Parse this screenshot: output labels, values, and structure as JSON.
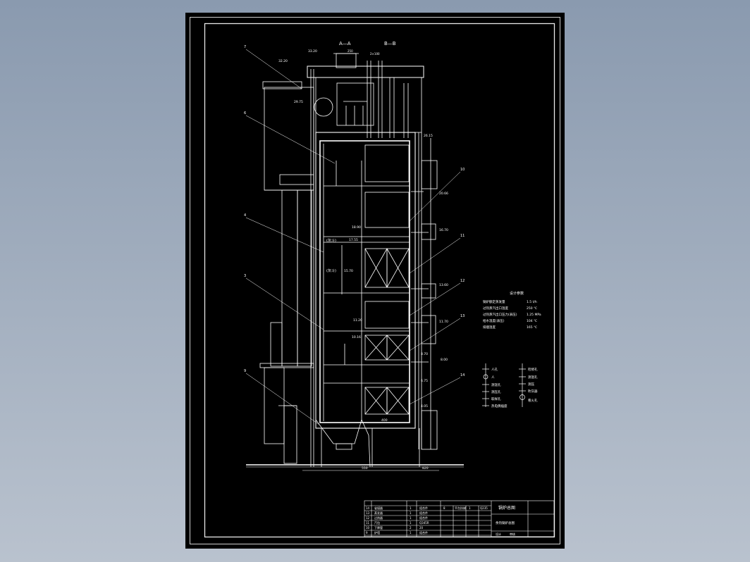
{
  "sheet": {
    "section_labels": {
      "a": "A—A",
      "b": "B—B"
    },
    "top_dims": {
      "d1": "250",
      "d2": "2×100"
    },
    "callouts": [
      "7",
      "6",
      "4",
      "3",
      "9",
      "10",
      "11",
      "12",
      "13",
      "14"
    ],
    "elevations": {
      "e1": "33.20",
      "e2": "32.20",
      "e3": "29.75",
      "e4": "26.15",
      "e5": "20.66",
      "e6": "18.90",
      "e7": "17.55",
      "e8": "16.70",
      "e9": "15.70",
      "e10": "13.60",
      "e11": "11.20",
      "e12": "11.70",
      "e13": "10.16",
      "e14": "8.70",
      "e15": "8.00",
      "e16": "6.75",
      "e17": "4.05"
    },
    "interior_labels": {
      "l1": "(灰斗)",
      "l2": "(灰斗)"
    },
    "bottom_dims": {
      "d1": "550",
      "d2": "820",
      "d3": "400"
    },
    "params_table": {
      "title": "设计参数",
      "rows": [
        {
          "label": "锅炉额定蒸发量",
          "value": "1.5 t/h"
        },
        {
          "label": "过热蒸汽出口温度",
          "value": "250 ℃"
        },
        {
          "label": "过热蒸汽出口压力(表压)",
          "value": "1.25 MPa"
        },
        {
          "label": "给水温度(表压)",
          "value": "104 ℃"
        },
        {
          "label": "排烟温度",
          "value": "165 ℃"
        }
      ]
    },
    "legend": {
      "left": [
        "人孔",
        "人",
        "测温孔",
        "测压孔",
        "取样孔",
        "热电偶插座"
      ],
      "right": [
        "检修孔",
        "测温孔",
        "测压",
        "吹灰器",
        "看火孔"
      ]
    },
    "title_block": {
      "title": "锅炉总图",
      "subtitle": "余热锅炉总图",
      "footer": [
        "设计",
        "审核"
      ],
      "rows": [
        {
          "no": "14",
          "name": "省煤器",
          "qty": "1",
          "material": "组合件"
        },
        {
          "no": "13",
          "name": "蒸发器",
          "qty": "1",
          "material": "组合件"
        },
        {
          "no": "12",
          "name": "过热器",
          "qty": "1",
          "material": "组合件"
        },
        {
          "no": "11",
          "name": "汽包",
          "qty": "1",
          "material": "Q345R"
        },
        {
          "no": "10",
          "name": "下降管",
          "qty": "2",
          "material": "20"
        },
        {
          "no": "9",
          "name": "炉墙",
          "qty": "1",
          "material": "组合件"
        },
        {
          "no": "8",
          "name": "平台扶梯",
          "qty": "1",
          "material": "Q235"
        }
      ]
    }
  }
}
